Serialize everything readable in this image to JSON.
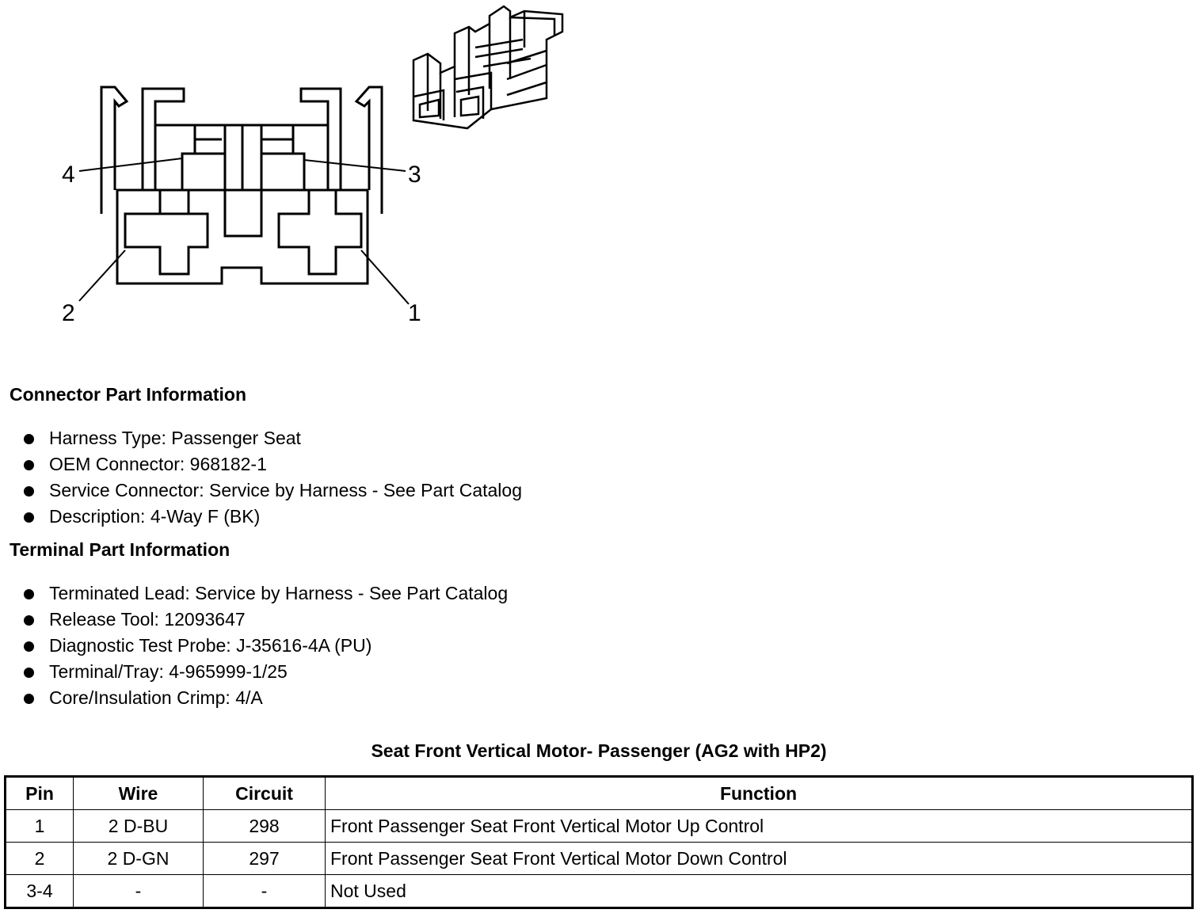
{
  "diagram": {
    "pin_labels": [
      "4",
      "3",
      "2",
      "1"
    ]
  },
  "connector_info": {
    "title": "Connector Part Information",
    "items": [
      "Harness Type: Passenger Seat",
      "OEM Connector: 968182-1",
      "Service Connector: Service by Harness - See Part Catalog",
      "Description: 4-Way F (BK)"
    ]
  },
  "terminal_info": {
    "title": "Terminal Part Information",
    "items": [
      "Terminated Lead: Service by Harness - See Part Catalog",
      "Release Tool: 12093647",
      "Diagnostic Test Probe: J-35616-4A (PU)",
      "Terminal/Tray: 4-965999-1/25",
      "Core/Insulation Crimp: 4/A"
    ]
  },
  "table": {
    "title": "Seat Front Vertical Motor- Passenger (AG2 with HP2)",
    "headers": [
      "Pin",
      "Wire",
      "Circuit",
      "Function"
    ],
    "rows": [
      [
        "1",
        "2 D-BU",
        "298",
        "Front Passenger Seat Front Vertical Motor Up Control"
      ],
      [
        "2",
        "2 D-GN",
        "297",
        "Front Passenger Seat Front Vertical Motor Down Control"
      ],
      [
        "3-4",
        "-",
        "-",
        "Not Used"
      ]
    ]
  }
}
